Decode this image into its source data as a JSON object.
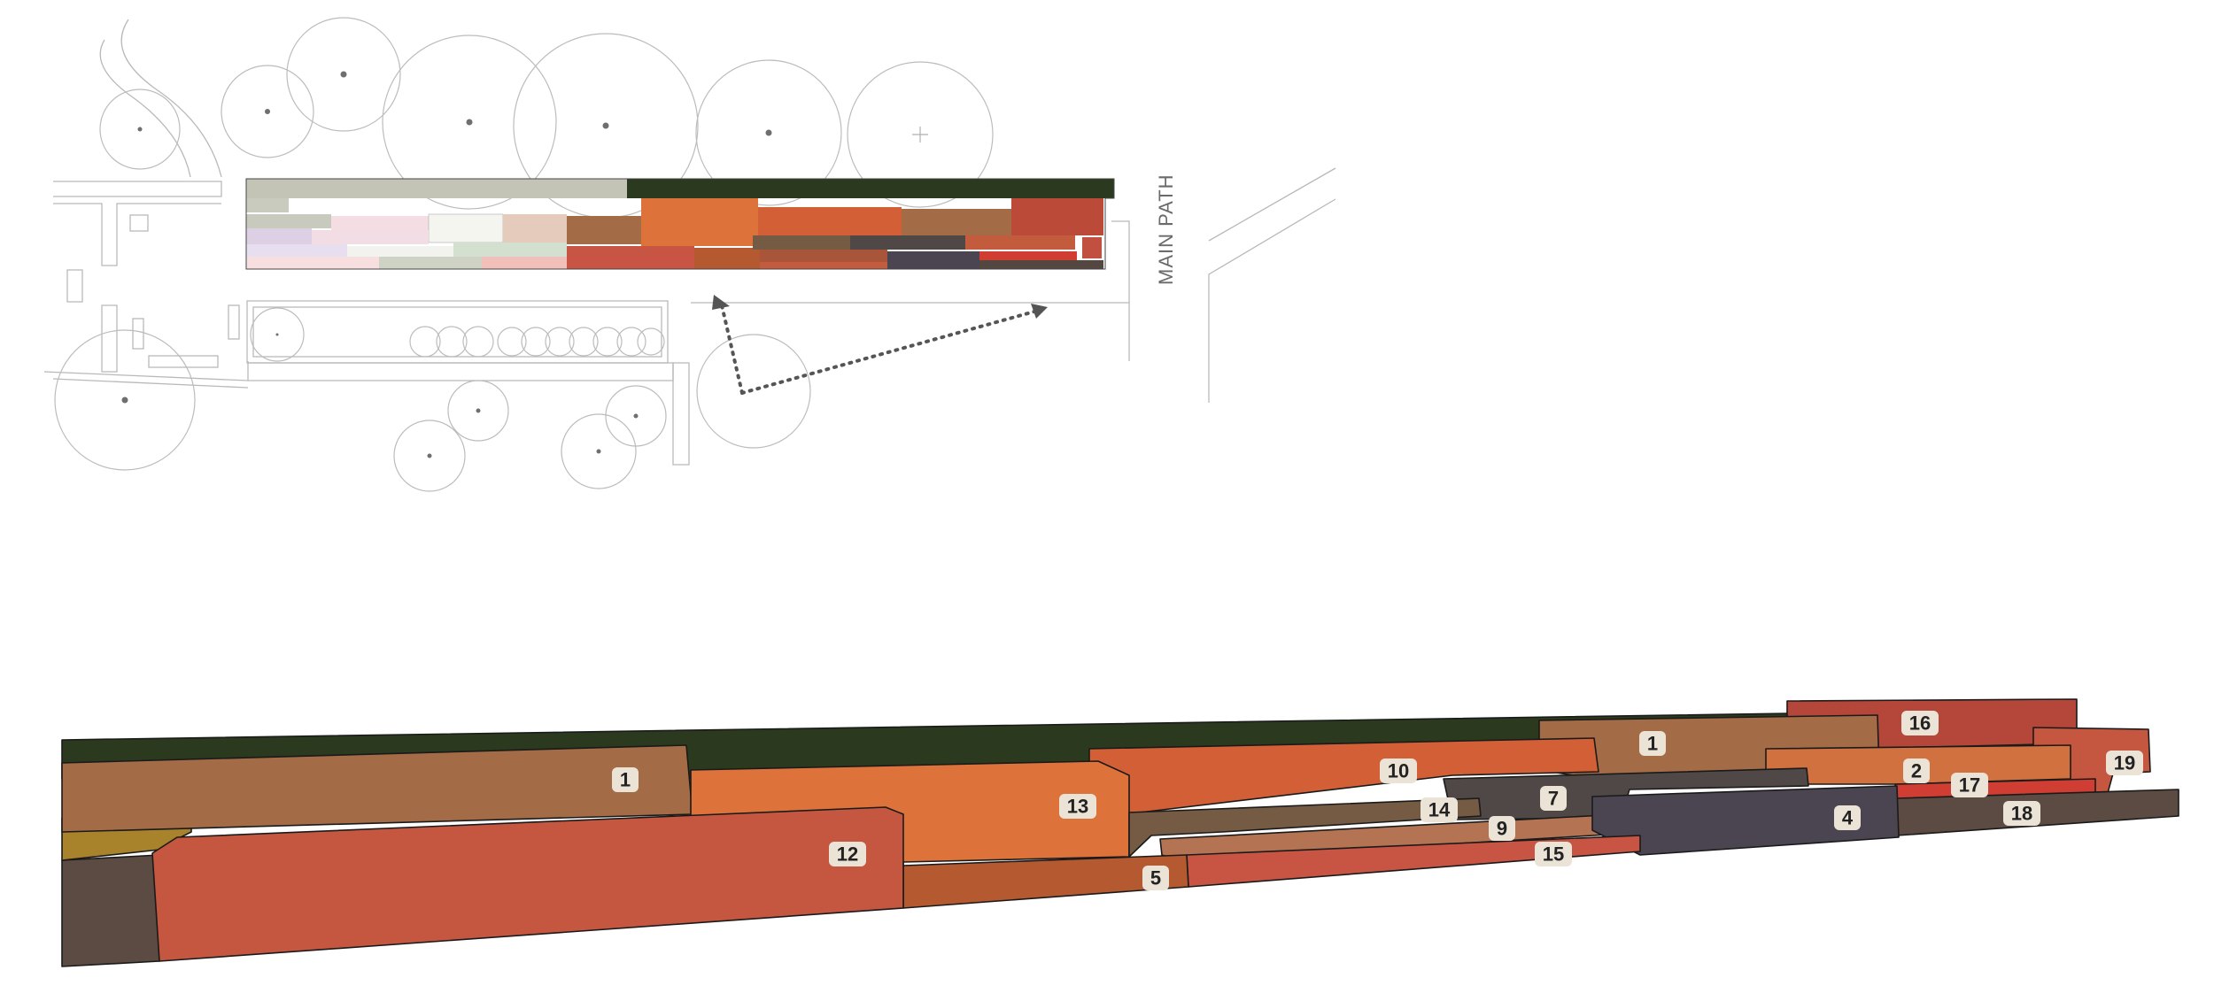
{
  "plan": {
    "path_label": "MAIN PATH"
  },
  "elevation": {
    "tags": [
      {
        "id": "t1a",
        "label": "1"
      },
      {
        "id": "t1b",
        "label": "1"
      },
      {
        "id": "t2",
        "label": "2"
      },
      {
        "id": "t4",
        "label": "4"
      },
      {
        "id": "t5",
        "label": "5"
      },
      {
        "id": "t7",
        "label": "7"
      },
      {
        "id": "t9",
        "label": "9"
      },
      {
        "id": "t10",
        "label": "10"
      },
      {
        "id": "t12",
        "label": "12"
      },
      {
        "id": "t13",
        "label": "13"
      },
      {
        "id": "t14",
        "label": "14"
      },
      {
        "id": "t15",
        "label": "15"
      },
      {
        "id": "t16",
        "label": "16"
      },
      {
        "id": "t17",
        "label": "17"
      },
      {
        "id": "t18",
        "label": "18"
      },
      {
        "id": "t19",
        "label": "19"
      }
    ]
  },
  "colors": {
    "dark_green": "#2b3a1f",
    "brown": "#a46b47",
    "orange": "#dd733b",
    "burnt_orange": "#d35f36",
    "red": "#c55740",
    "brick": "#b5473a",
    "rust": "#b55a30",
    "charcoal": "#4a4550",
    "dark_brown": "#5b4b42",
    "mustard": "#a8832b",
    "tan": "#b47353"
  }
}
